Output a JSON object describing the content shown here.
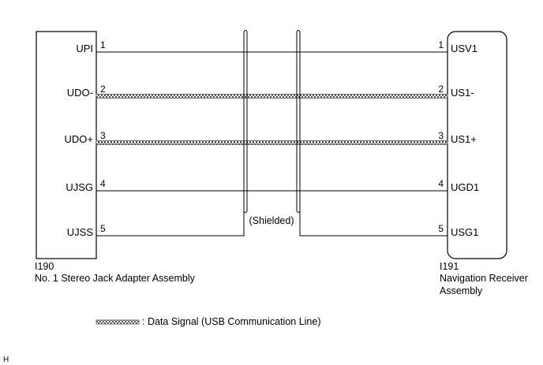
{
  "left_connector": {
    "code": "I190",
    "name": "No. 1 Stereo Jack Adapter Assembly",
    "pins": [
      {
        "num": "1",
        "name": "UPI"
      },
      {
        "num": "2",
        "name": "UDO-"
      },
      {
        "num": "3",
        "name": "UDO+"
      },
      {
        "num": "4",
        "name": "UJSG"
      },
      {
        "num": "5",
        "name": "UJSS"
      }
    ]
  },
  "right_connector": {
    "code": "I191",
    "name_line1": "Navigation Receiver",
    "name_line2": "Assembly",
    "pins": [
      {
        "num": "1",
        "name": "USV1"
      },
      {
        "num": "2",
        "name": "US1-"
      },
      {
        "num": "3",
        "name": "US1+"
      },
      {
        "num": "4",
        "name": "UGD1"
      },
      {
        "num": "5",
        "name": "USG1"
      }
    ]
  },
  "wires": [
    {
      "from_pin": "1",
      "to_pin": "1",
      "type": "plain"
    },
    {
      "from_pin": "2",
      "to_pin": "2",
      "type": "data-signal"
    },
    {
      "from_pin": "3",
      "to_pin": "3",
      "type": "data-signal"
    },
    {
      "from_pin": "4",
      "to_pin": "4",
      "type": "plain"
    },
    {
      "from_pin": "5",
      "to_pin": "5",
      "type": "shield-ground"
    }
  ],
  "shield": {
    "label": "(Shielded)"
  },
  "legend": {
    "label": ": Data Signal (USB Communication Line)"
  },
  "corner_mark": "H"
}
